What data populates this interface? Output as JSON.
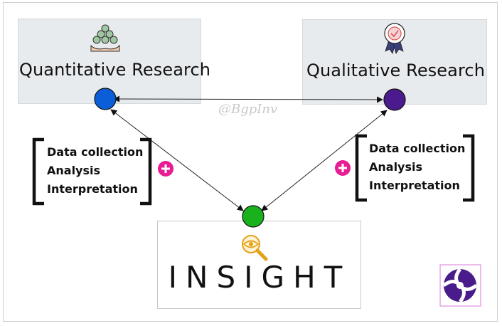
{
  "nodes": {
    "quantitative": {
      "title": "Quantitative Research",
      "icon": "coins-in-hand-icon",
      "dot_color": "#0b5ed7",
      "steps": [
        "Data collection",
        "Analysis",
        "Interpretation"
      ]
    },
    "qualitative": {
      "title": "Qualitative Research",
      "icon": "award-badge-icon",
      "dot_color": "#4b1a8c",
      "steps": [
        "Data collection",
        "Analysis",
        "Interpretation"
      ]
    },
    "insight": {
      "title": "INSIGHT",
      "icon": "eye-magnifier-icon",
      "dot_color": "#19b21d"
    }
  },
  "watermark": "@BgpInv",
  "colors": {
    "plus_badge": "#e81c93",
    "logo": "#4a1b8a"
  },
  "edges": [
    {
      "from": "quantitative",
      "to": "qualitative",
      "arrows": "both"
    },
    {
      "from": "quantitative",
      "to": "insight",
      "arrows": "both"
    },
    {
      "from": "qualitative",
      "to": "insight",
      "arrows": "both"
    }
  ]
}
